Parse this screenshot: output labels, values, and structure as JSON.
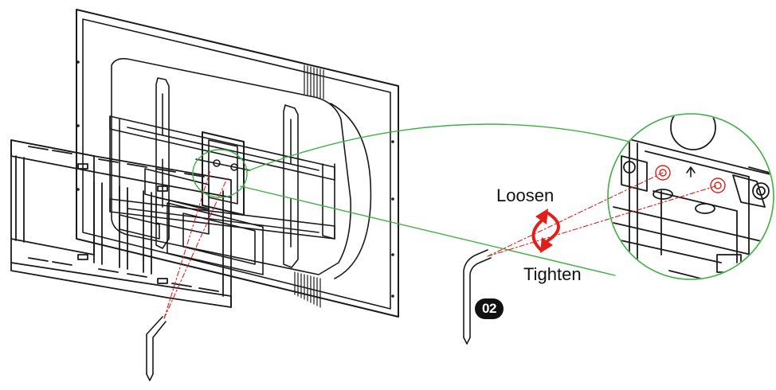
{
  "labels": {
    "loosen": "Loosen",
    "tighten": "Tighten",
    "step": "02"
  },
  "icons": {
    "rotation": "curved-double-arrow-icon",
    "hex_key": "allen-key-icon",
    "up_arrow": "up-arrow-icon"
  },
  "colors": {
    "line": "#1a1a1a",
    "callout": "#3cb043",
    "guide": "#e0201b",
    "arrow": "#e0201b"
  }
}
